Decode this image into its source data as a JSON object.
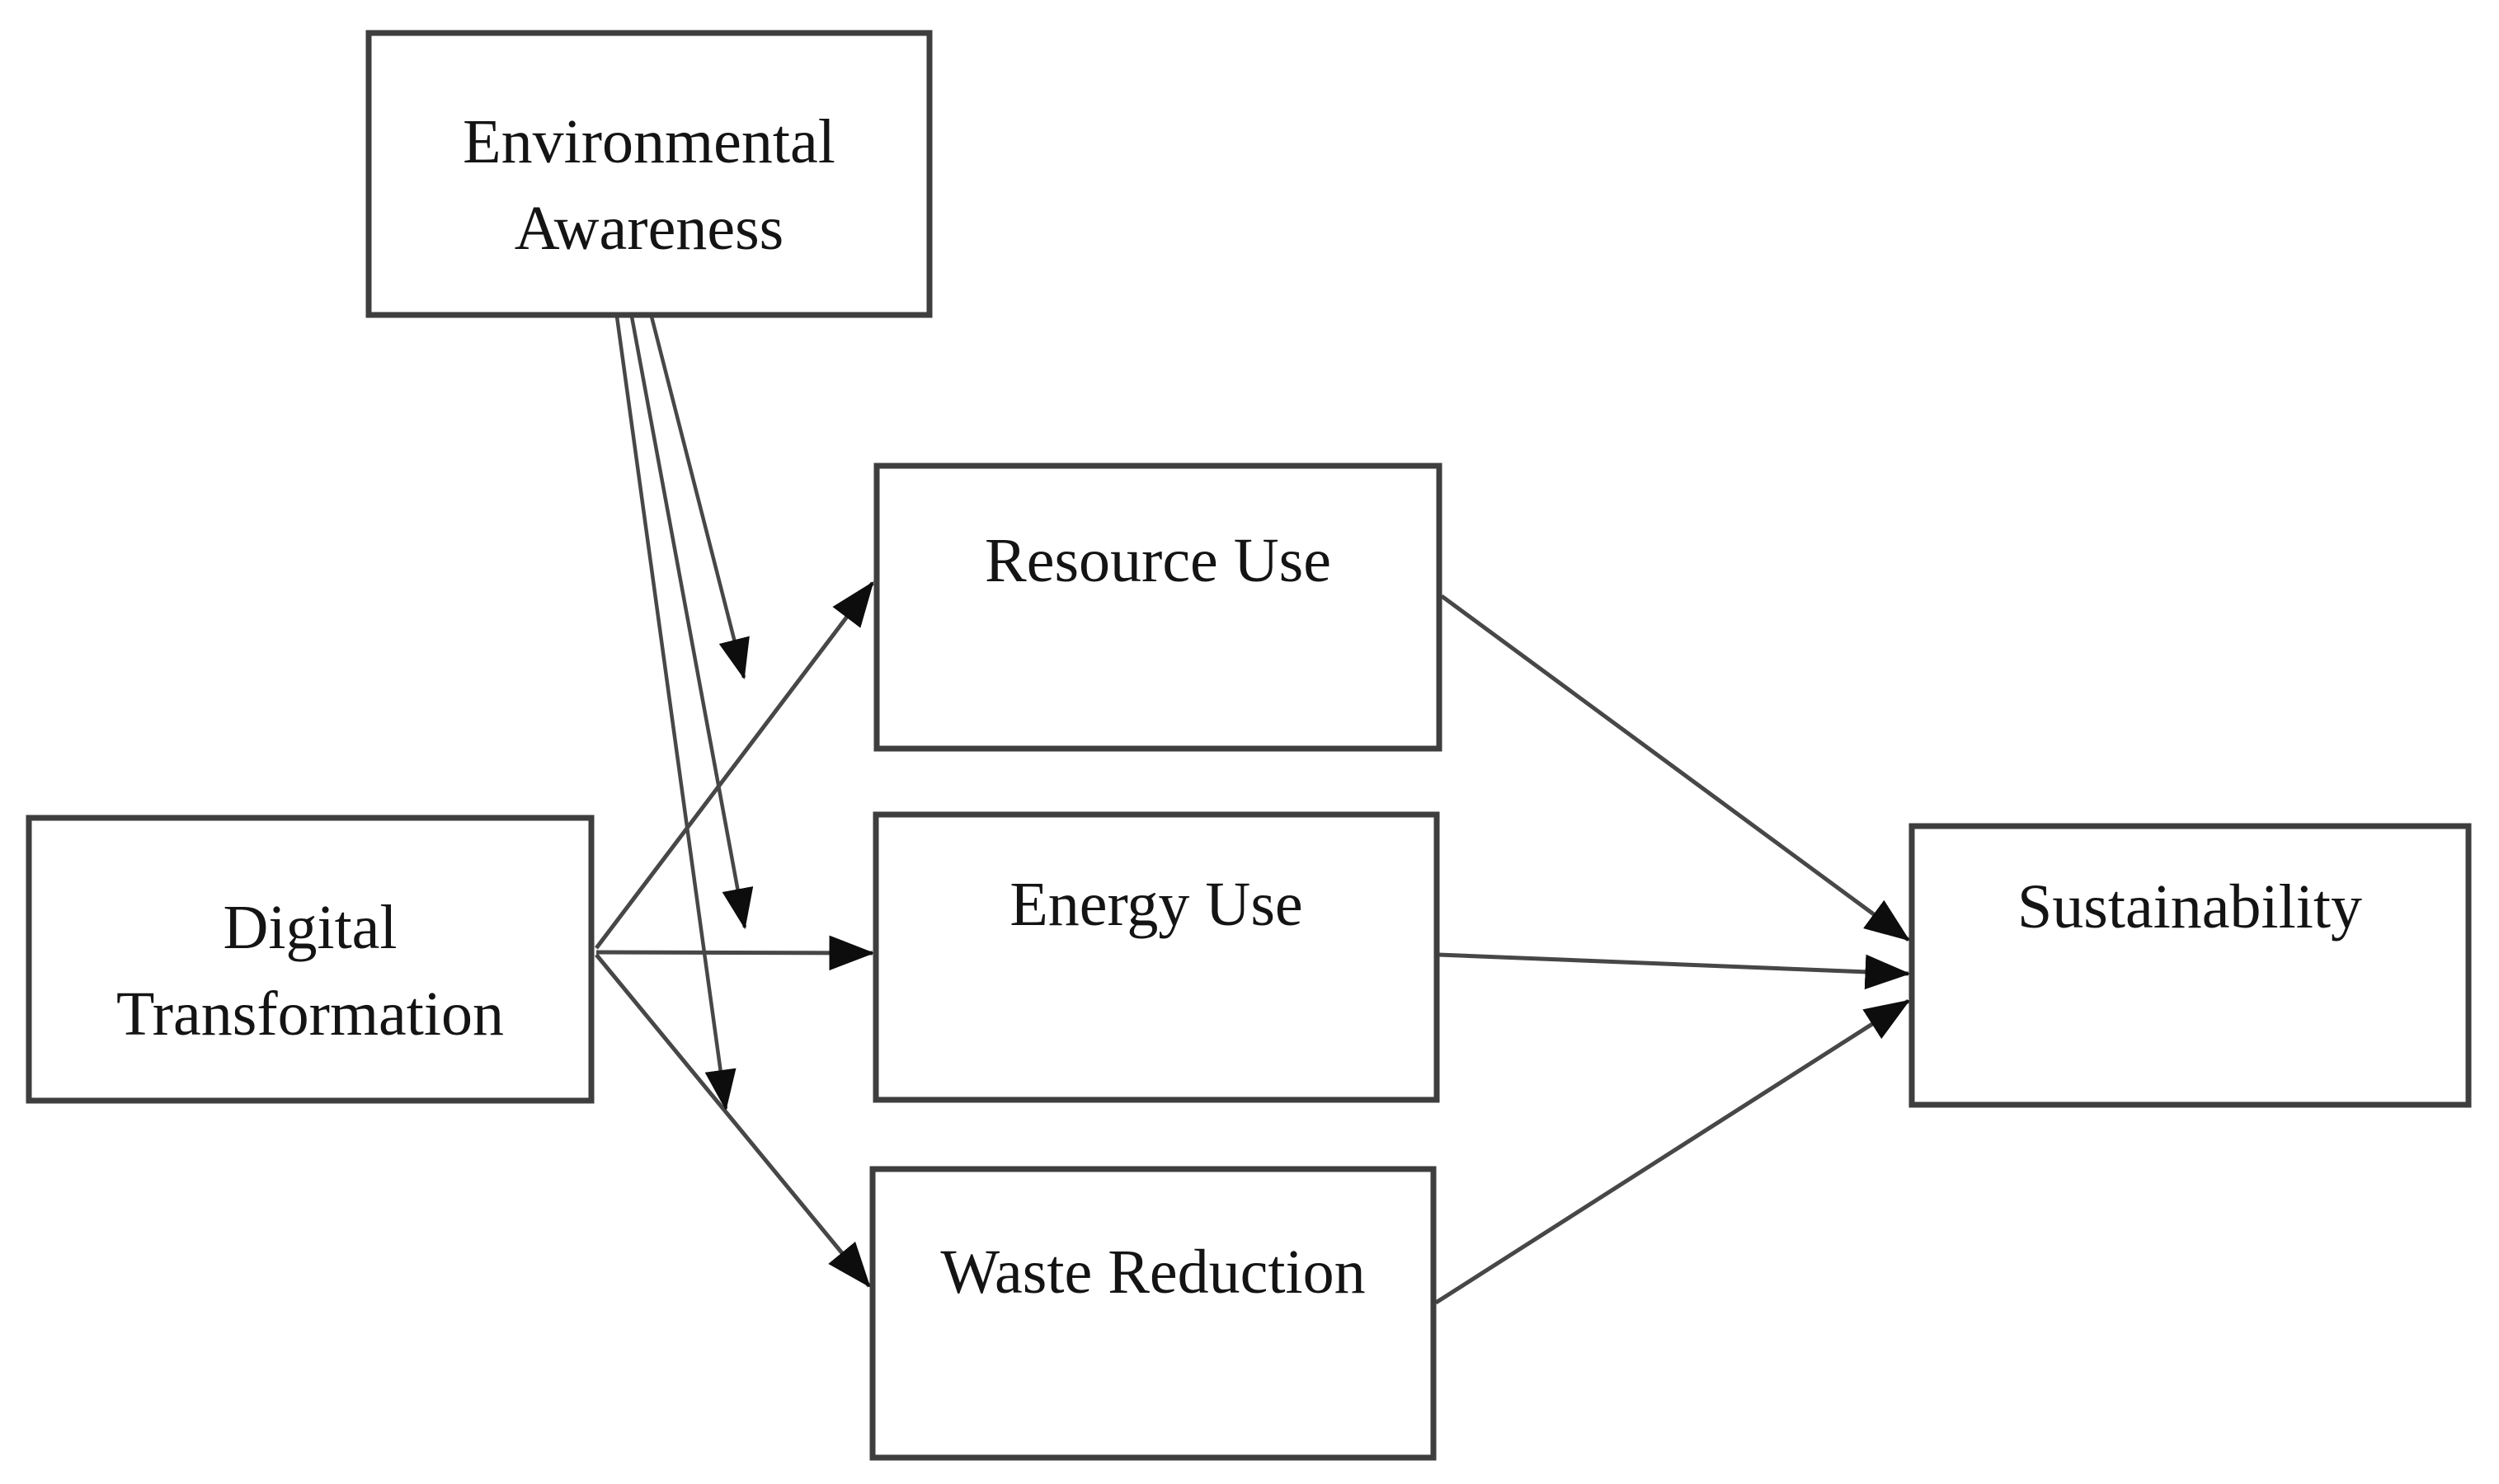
{
  "diagram": {
    "background_color": "#ffffff",
    "theme": {
      "box_fill": "#ffffff",
      "box_border_color": "#3e3e3e",
      "line_color": "#474747",
      "arrowhead_color": "#0d0d0d",
      "text_color": "#141414"
    },
    "nodes": [
      {
        "id": "environmental-awareness",
        "lines": [
          "Environmental",
          "Awareness"
        ]
      },
      {
        "id": "digital-transformation",
        "lines": [
          "Digital",
          "Transformation"
        ]
      },
      {
        "id": "resource-use",
        "lines": [
          "Resource Use"
        ]
      },
      {
        "id": "energy-use",
        "lines": [
          "Energy Use"
        ]
      },
      {
        "id": "waste-reduction",
        "lines": [
          "Waste Reduction"
        ]
      },
      {
        "id": "sustainability",
        "lines": [
          "Sustainability"
        ]
      }
    ],
    "edges": [
      {
        "id": "dt-ru",
        "from": "digital-transformation",
        "to": "resource-use",
        "type": "direct"
      },
      {
        "id": "dt-eu",
        "from": "digital-transformation",
        "to": "energy-use",
        "type": "direct"
      },
      {
        "id": "dt-wr",
        "from": "digital-transformation",
        "to": "waste-reduction",
        "type": "direct"
      },
      {
        "id": "ru-sus",
        "from": "resource-use",
        "to": "sustainability",
        "type": "direct"
      },
      {
        "id": "eu-sus",
        "from": "energy-use",
        "to": "sustainability",
        "type": "direct"
      },
      {
        "id": "wr-sus",
        "from": "waste-reduction",
        "to": "sustainability",
        "type": "direct"
      },
      {
        "id": "ea-on-dt-ru",
        "from": "environmental-awareness",
        "to": "dt-ru",
        "type": "moderation"
      },
      {
        "id": "ea-on-dt-eu",
        "from": "environmental-awareness",
        "to": "dt-eu",
        "type": "moderation"
      },
      {
        "id": "ea-on-dt-wr",
        "from": "environmental-awareness",
        "to": "dt-wr",
        "type": "moderation"
      }
    ]
  }
}
